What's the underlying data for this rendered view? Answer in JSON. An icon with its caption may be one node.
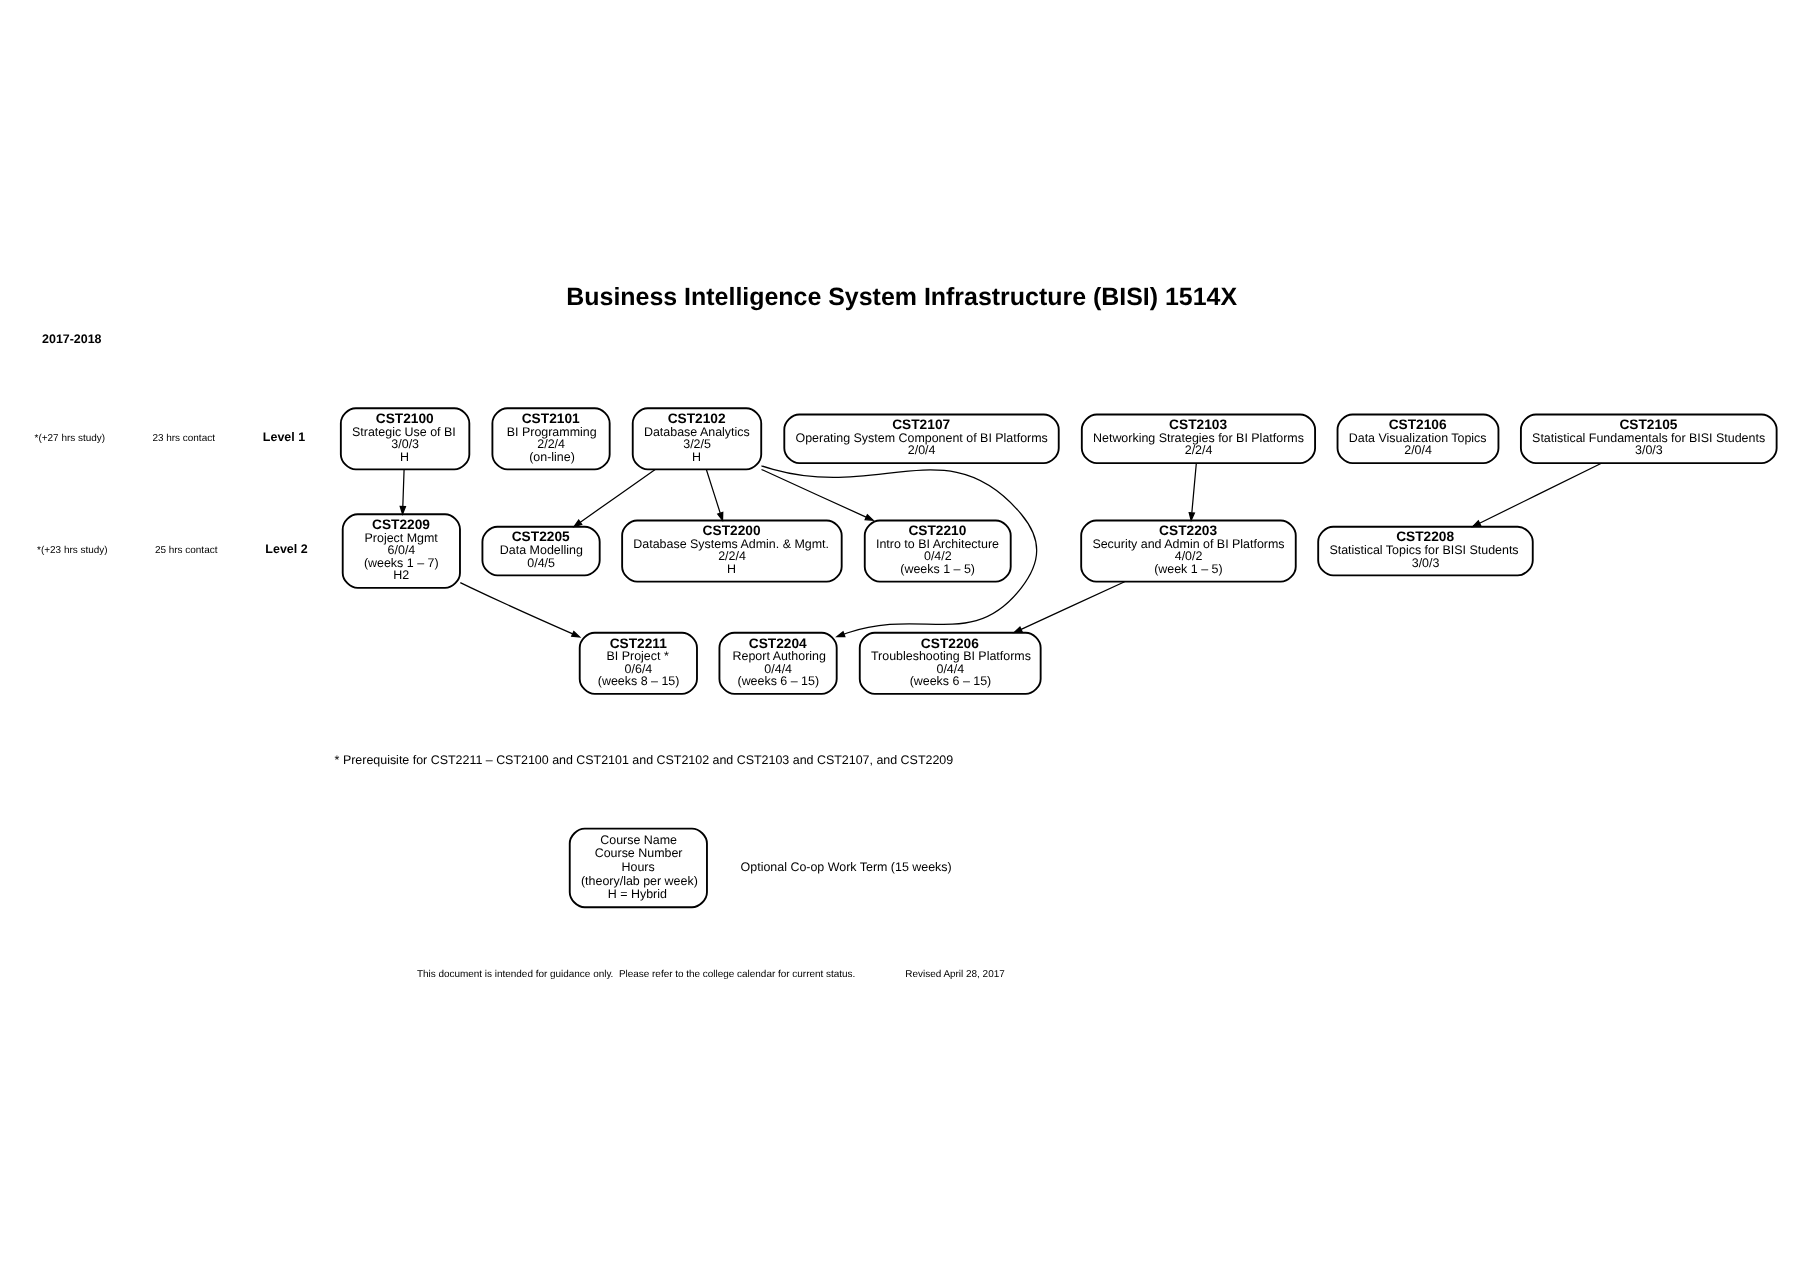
{
  "diagram": {
    "title": "Business Intelligence System Infrastructure (BISI) 1514X",
    "nodes": [
      {
        "text": [
          "CST2100",
          "Strategic Use of BI",
          "3/0/3",
          "H"
        ]
      },
      {
        "text": [
          "CST2101",
          "BI Programming",
          "2/2/4",
          "(on-line)"
        ]
      },
      {
        "text": [
          "CST2102",
          "Database Analytics",
          "3/2/5",
          "H"
        ]
      },
      {
        "text": [
          "CST2107",
          "Operating System Component of BI Platforms",
          "2/0/4"
        ]
      },
      {
        "text": [
          "CST2103",
          "Networking Strategies for BI Platforms",
          "2/2/4"
        ]
      },
      {
        "text": [
          "CST2106",
          "Data Visualization Topics",
          "2/0/4"
        ]
      },
      {
        "text": [
          "CST2105",
          "Statistical Fundamentals for BISI Students",
          "3/0/3"
        ]
      },
      {
        "text": [
          "CST2209",
          "Project Mgmt",
          "6/0/4",
          "(weeks 1 – 7)",
          "H2"
        ]
      },
      {
        "text": [
          "CST2205",
          "Data Modelling",
          "0/4/5"
        ]
      },
      {
        "text": [
          "CST2200",
          "Database Systems Admin. & Mgmt.",
          "2/2/4",
          "H"
        ]
      },
      {
        "text": [
          "CST2210",
          "Intro to BI Architecture",
          "0/4/2",
          "(weeks 1 – 5)"
        ]
      },
      {
        "text": [
          "CST2203",
          "Security and Admin of BI Platforms",
          "4/0/2",
          "(week 1 – 5)"
        ]
      },
      {
        "text": [
          "CST2208",
          "Statistical Topics for BISI Students",
          "3/0/3"
        ]
      },
      {
        "text": [
          "CST2211",
          "BI Project *",
          "0/6/4",
          "(weeks 8 – 15)"
        ]
      },
      {
        "text": [
          "CST2204",
          "Report Authoring",
          "0/4/4",
          "(weeks 6 – 15)"
        ]
      },
      {
        "text": [
          "CST2206",
          "Troubleshooting BI Platforms",
          "0/4/4",
          "(weeks 6 – 15)"
        ]
      },
      {
        "text": [
          "Course Name",
          "Course Number",
          "Hours",
          "(theory/lab per week)",
          "H = Hybrid"
        ]
      }
    ],
    "edges": [
      {
        "from": 0,
        "to": 7,
        "arrow": "to"
      },
      {
        "from": 2,
        "to": 8,
        "arrow": "to"
      },
      {
        "from": 2,
        "to": 9,
        "arrow": "to"
      },
      {
        "from": 2,
        "to": 10,
        "arrow": "to"
      },
      {
        "from": 2,
        "to": 14,
        "arrow": "to"
      },
      {
        "from": 4,
        "to": 11,
        "arrow": "to"
      },
      {
        "from": 6,
        "to": 12,
        "arrow": "to"
      },
      {
        "from": 7,
        "to": 13,
        "arrow": "to"
      },
      {
        "from": 11,
        "to": 15,
        "arrow": "to"
      }
    ],
    "labels": [
      "2017-2018",
      "Level 1",
      "23 hrs contact",
      "*(+27 hrs study)",
      "Level 2",
      "25 hrs contact",
      "*(+23 hrs study)",
      "* Prerequisite for CST2211 – CST2100 and CST2101 and CST2102 and CST2103 and CST2107, and CST2209",
      "Optional Co-op Work Term (15 weeks)",
      "This document is intended for guidance only.  Please refer to the college calendar for current status.",
      "Revised April 28, 2017"
    ]
  }
}
